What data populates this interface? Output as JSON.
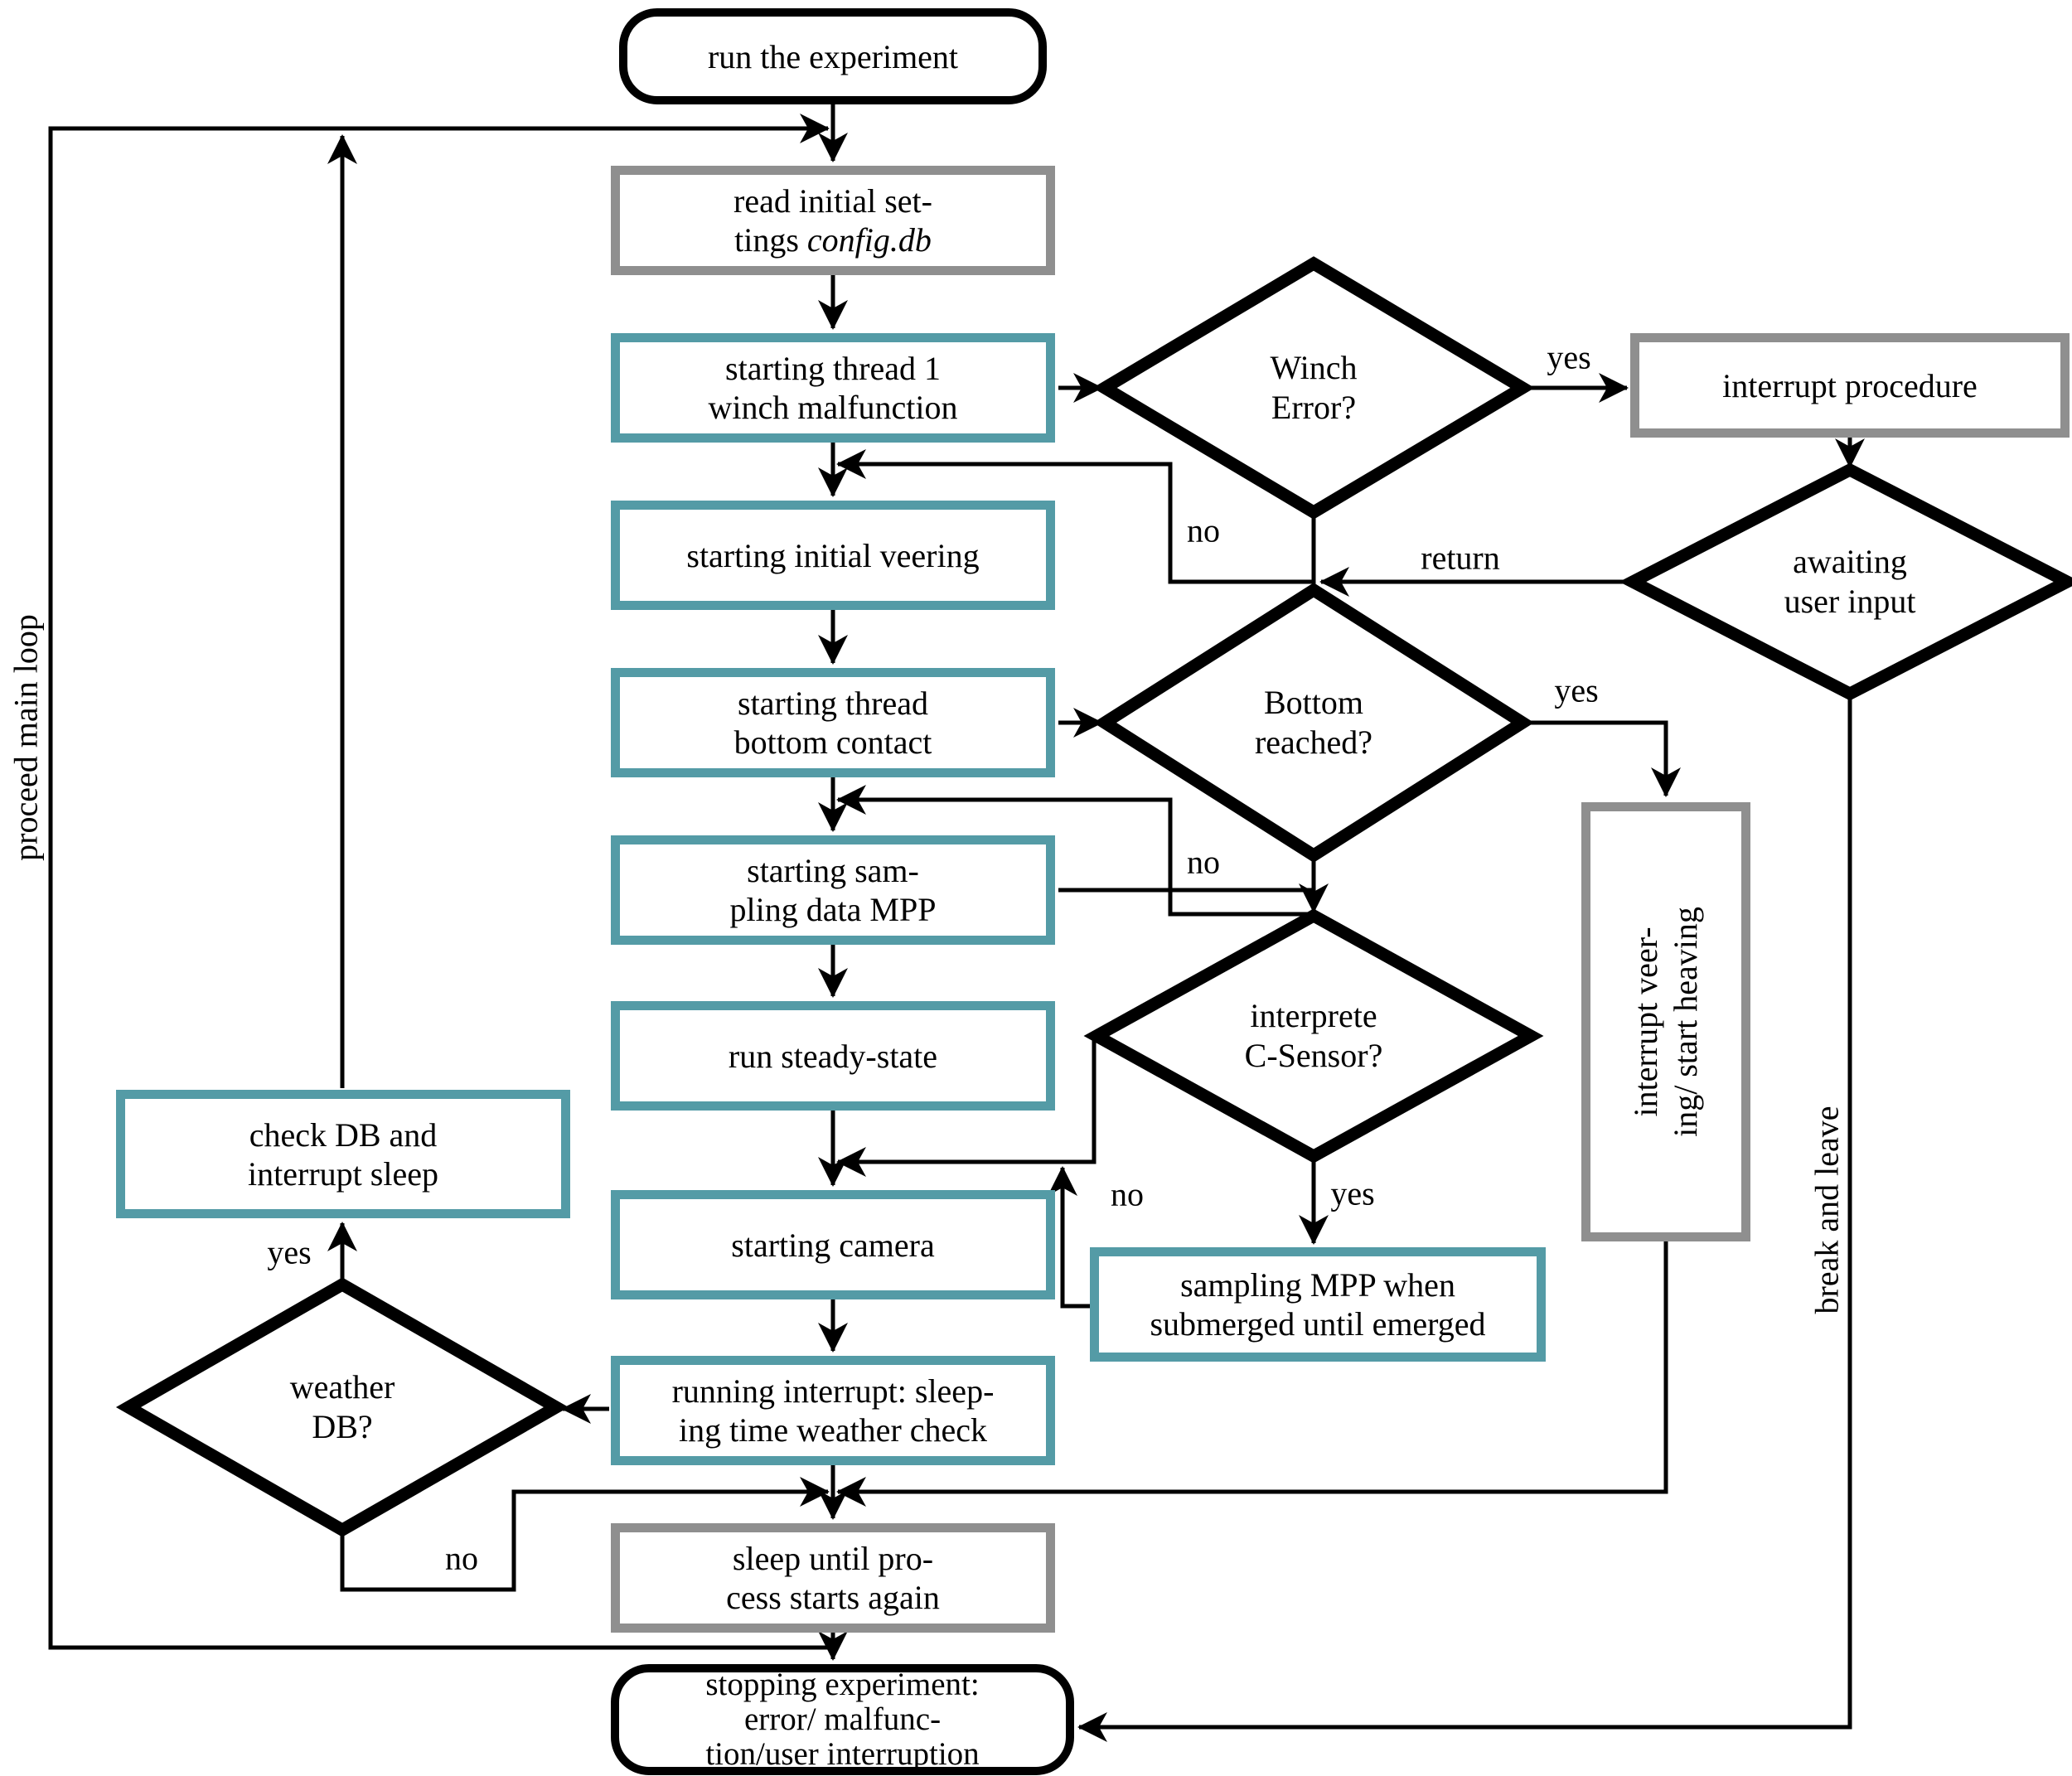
{
  "colors": {
    "teal_border": "#549ba6",
    "gray_border": "#8f8f8f",
    "line_black": "#000000",
    "background": "#ffffff"
  },
  "nodes": {
    "run_experiment": {
      "label": "run the experiment"
    },
    "read_settings": {
      "line1": "read initial set-",
      "line2_prefix": "tings ",
      "line2_italic": "config.db"
    },
    "thread1": {
      "line1": "starting thread 1",
      "line2": "winch malfunction"
    },
    "initial_veering": {
      "label": "starting initial veering"
    },
    "bottom_contact": {
      "line1": "starting thread",
      "line2": "bottom contact"
    },
    "sampling_mpp": {
      "line1": "starting sam-",
      "line2": "pling data MPP"
    },
    "steady_state": {
      "label": "run steady-state"
    },
    "camera": {
      "label": "starting camera"
    },
    "running_interrupt": {
      "line1": "running interrupt: sleep-",
      "line2": "ing time weather check"
    },
    "sleep": {
      "line1": "sleep until pro-",
      "line2": "cess starts again"
    },
    "stopping": {
      "line1": "stopping experiment:",
      "line2": "error/ malfunc-",
      "line3": "tion/user interruption"
    },
    "check_db": {
      "line1": "check DB and",
      "line2": "interrupt sleep"
    },
    "sampling_submerged": {
      "line1": "sampling MPP when",
      "line2": "submerged until emerged"
    },
    "interrupt_procedure": {
      "label": "interrupt procedure"
    },
    "interrupt_veering": {
      "line1": "interrupt veer-",
      "line2": "ing/ start heaving"
    }
  },
  "decisions": {
    "winch_error": {
      "line1": "Winch",
      "line2": "Error?"
    },
    "awaiting_input": {
      "line1": "awaiting",
      "line2": "user input"
    },
    "bottom_reached": {
      "line1": "Bottom",
      "line2": "reached?"
    },
    "c_sensor": {
      "line1": "interprete",
      "line2": "C-Sensor?"
    },
    "weather_db": {
      "line1": "weather",
      "line2": "DB?"
    }
  },
  "edge_labels": {
    "winch_yes": "yes",
    "winch_no": "no",
    "return_label": "return",
    "bottom_yes": "yes",
    "bottom_no": "no",
    "c_sensor_yes": "yes",
    "c_sensor_no": "no",
    "weather_yes": "yes",
    "weather_no": "no",
    "proceed_loop": "proceed main loop",
    "break_leave": "break and leave"
  }
}
